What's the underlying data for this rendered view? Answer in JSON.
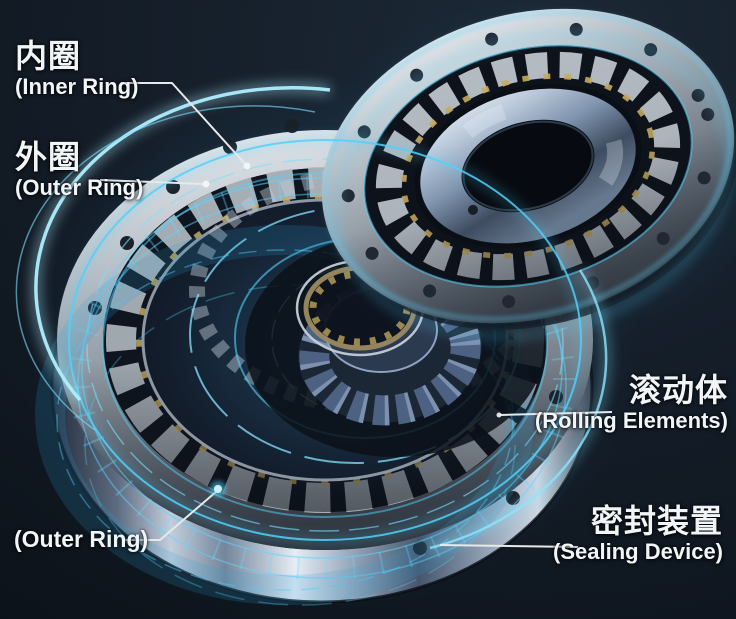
{
  "labels": {
    "inner_ring": {
      "zh": "内圈",
      "en": "(Inner Ring)"
    },
    "outer_ring_top": {
      "zh": "外圈",
      "en": "(Outer Ring)"
    },
    "rolling_elements": {
      "zh": "滚动体",
      "en": "(Rolling Elements)"
    },
    "sealing_device": {
      "zh": "密封装置",
      "en": "(Sealing Device)"
    },
    "outer_ring_bottom": {
      "en": "(Outer Ring)"
    }
  },
  "colors": {
    "background": "#121a24",
    "hologram_cyan": "#54d2fa",
    "hologram_pale": "#9feaff",
    "metal_silver": "#c3cad1",
    "cage_gold": "#c9ad5f",
    "leader_line": "#e6e9ea",
    "label_text": "#f2f5f7"
  }
}
